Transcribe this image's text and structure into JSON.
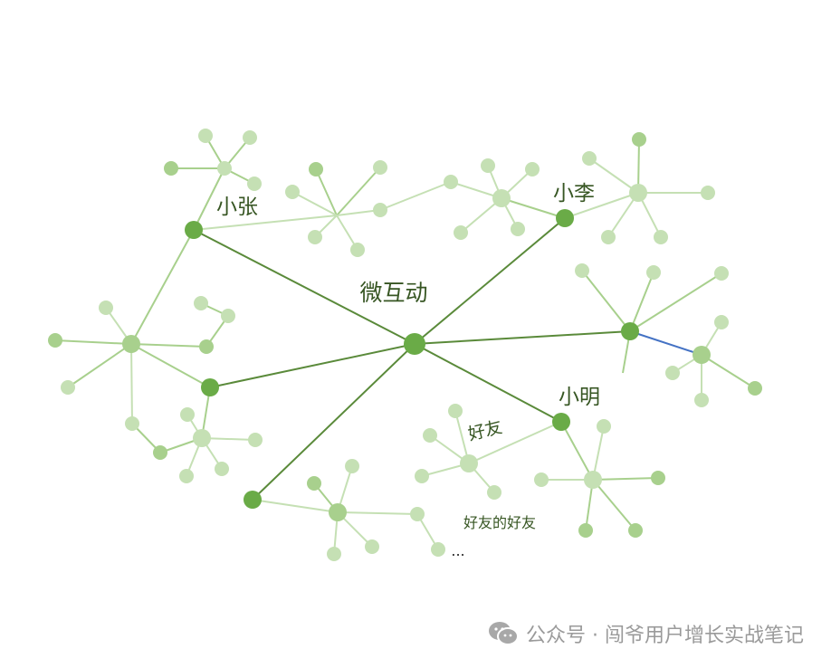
{
  "labels": {
    "center": "微互动",
    "zhang": "小张",
    "li": "小李",
    "ming": "小明",
    "friend": "好友",
    "friend_of_friend": "好友的好友",
    "more": "..."
  },
  "watermark": {
    "text": "公众号 · 闯爷用户增长实战笔记",
    "icon": "wechat-icon"
  },
  "colors": {
    "core_edge": "#5a8a3a",
    "core_node": "#6aab47",
    "mid_edge": "#a8d08d",
    "mid_node": "#a8d08d",
    "light_edge": "#c5e0b4",
    "light_node": "#c5e0b4",
    "highlight_edge": "#4472c4",
    "label": "#375623"
  }
}
